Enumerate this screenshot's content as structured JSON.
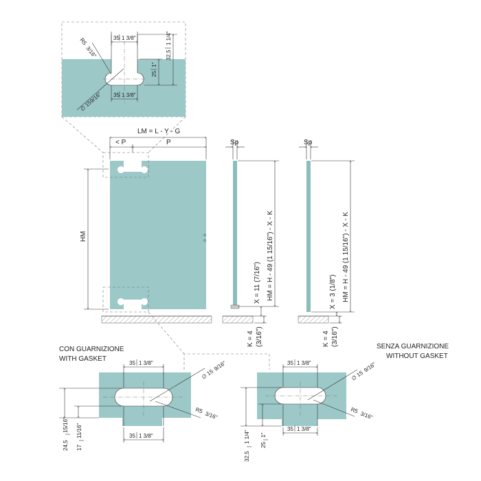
{
  "labels": {
    "lm": "LM = L - Y - G",
    "lt_p": "< P",
    "p": "P",
    "hm": "HM",
    "sp": "Sp",
    "hm_formula": "HM = H - 49 (1 15/16\") - X - K",
    "x_gasket": "X = 11 (7/16\")",
    "x_nogasket": "X = 3 (1/8\")",
    "k": "K = 4",
    "k_in": "(3/16\")",
    "with_gasket_it": "CON GUARNIZIONE",
    "with_gasket_en": "WITH GASKET",
    "without_gasket_it": "SENZA GUARNIZIONE",
    "without_gasket_en": "WITHOUT GASKET"
  },
  "dims": {
    "w35_mm": "35",
    "w35_in": "1 3/8\"",
    "r5_mm": "R5",
    "r5_in": "3/16\"",
    "dia_mm": "∅ 15",
    "dia_in": "9/16\"",
    "h325_mm": "32,5",
    "h325_in": "1 1/4\"",
    "h25_mm": "25",
    "h25_in": "1\"",
    "h245_mm": "24,5",
    "h245_in": "15/16\"",
    "h17_mm": "17",
    "h17_in": "11/16\""
  },
  "colors": {
    "glass": "#9cc8c8",
    "line": "#333333"
  }
}
